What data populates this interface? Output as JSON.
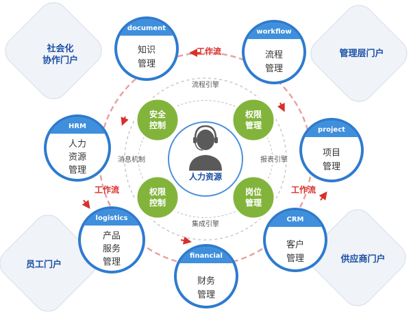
{
  "portals": {
    "social": [
      "社会化",
      "协作门户"
    ],
    "management": "管理层门户",
    "employee": "员工门户",
    "supplier": "供应商门户"
  },
  "flows": {
    "top": "工作流",
    "left": "工作流",
    "right": "工作流"
  },
  "engines": {
    "process": "流程引擎",
    "message": "消息机制",
    "report": "报表引擎",
    "integration": "集成引擎"
  },
  "center": {
    "label": "人力资源",
    "icon": "person-headset-icon"
  },
  "inner": {
    "security": [
      "安全",
      "控制"
    ],
    "permission_top": [
      "权限",
      "管理"
    ],
    "permission_bottom": [
      "权限",
      "控制"
    ],
    "position": [
      "岗位",
      "管理"
    ]
  },
  "nodes": {
    "document": {
      "header": "document",
      "lines": [
        "知识",
        "管理"
      ]
    },
    "workflow": {
      "header": "workflow",
      "lines": [
        "流程",
        "管理"
      ]
    },
    "hrm": {
      "header": "HRM",
      "lines": [
        "人力",
        "资源",
        "管理"
      ]
    },
    "project": {
      "header": "project",
      "lines": [
        "项目",
        "管理"
      ]
    },
    "logistics": {
      "header": "logistics",
      "lines": [
        "产品",
        "服务",
        "管理"
      ]
    },
    "crm": {
      "header": "CRM",
      "lines": [
        "客户",
        "管理"
      ]
    },
    "financial": {
      "header": "financial",
      "lines": [
        "财务",
        "管理"
      ]
    }
  },
  "colors": {
    "node_blue": "#2e7bcf",
    "node_header": "#3f8fdc",
    "green": "#82b43c",
    "flow_red": "#d9302a",
    "portal_text": "#1a4fa3"
  }
}
